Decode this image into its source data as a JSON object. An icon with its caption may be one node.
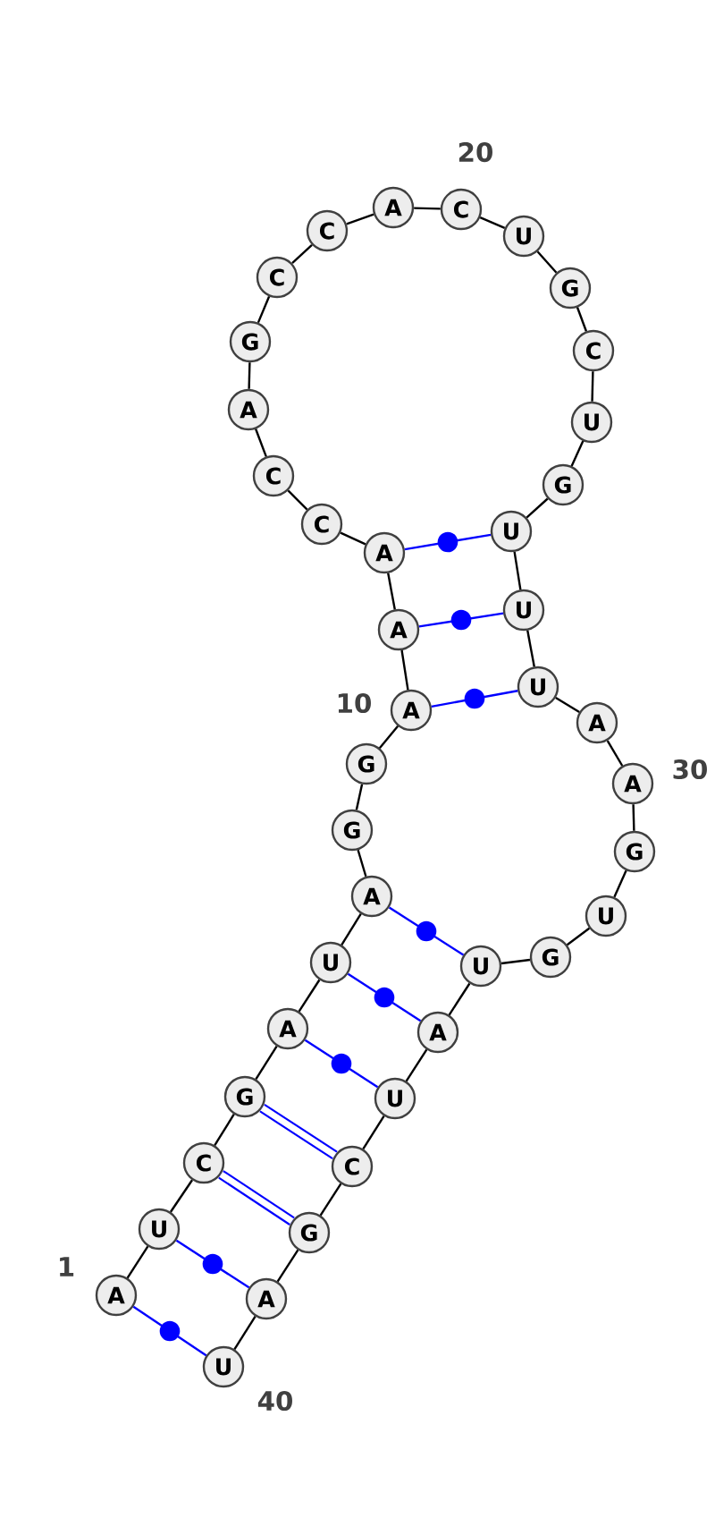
{
  "diagram": {
    "nodes": [
      {
        "text": [
          "A"
        ]
      },
      {
        "text": [
          "U"
        ]
      },
      {
        "text": [
          "C"
        ]
      },
      {
        "text": [
          "G"
        ]
      },
      {
        "text": [
          "A"
        ]
      },
      {
        "text": [
          "U"
        ]
      },
      {
        "text": [
          "A"
        ]
      },
      {
        "text": [
          "G"
        ]
      },
      {
        "text": [
          "G"
        ]
      },
      {
        "text": [
          "A"
        ]
      },
      {
        "text": [
          "A"
        ]
      },
      {
        "text": [
          "A"
        ]
      },
      {
        "text": [
          "C"
        ]
      },
      {
        "text": [
          "C"
        ]
      },
      {
        "text": [
          "A"
        ]
      },
      {
        "text": [
          "G"
        ]
      },
      {
        "text": [
          "C"
        ]
      },
      {
        "text": [
          "C"
        ]
      },
      {
        "text": [
          "A"
        ]
      },
      {
        "text": [
          "C"
        ]
      },
      {
        "text": [
          "U"
        ]
      },
      {
        "text": [
          "G"
        ]
      },
      {
        "text": [
          "C"
        ]
      },
      {
        "text": [
          "U"
        ]
      },
      {
        "text": [
          "G"
        ]
      },
      {
        "text": [
          "U"
        ]
      },
      {
        "text": [
          "U"
        ]
      },
      {
        "text": [
          "U"
        ]
      },
      {
        "text": [
          "A"
        ]
      },
      {
        "text": [
          "A"
        ]
      },
      {
        "text": [
          "G"
        ]
      },
      {
        "text": [
          "U"
        ]
      },
      {
        "text": [
          "G"
        ]
      },
      {
        "text": [
          "U"
        ]
      },
      {
        "text": [
          "A"
        ]
      },
      {
        "text": [
          "U"
        ]
      },
      {
        "text": [
          "C"
        ]
      },
      {
        "text": [
          "G"
        ]
      },
      {
        "text": [
          "A"
        ]
      },
      {
        "text": [
          "U"
        ]
      }
    ],
    "edges": [
      {
        "from": 0,
        "to": 1,
        "arrow": "none"
      },
      {
        "from": 1,
        "to": 2,
        "arrow": "none"
      },
      {
        "from": 2,
        "to": 3,
        "arrow": "none"
      },
      {
        "from": 3,
        "to": 4,
        "arrow": "none"
      },
      {
        "from": 4,
        "to": 5,
        "arrow": "none"
      },
      {
        "from": 5,
        "to": 6,
        "arrow": "none"
      },
      {
        "from": 6,
        "to": 7,
        "arrow": "none"
      },
      {
        "from": 7,
        "to": 8,
        "arrow": "none"
      },
      {
        "from": 8,
        "to": 9,
        "arrow": "none"
      },
      {
        "from": 9,
        "to": 10,
        "arrow": "none"
      },
      {
        "from": 10,
        "to": 11,
        "arrow": "none"
      },
      {
        "from": 11,
        "to": 12,
        "arrow": "none"
      },
      {
        "from": 12,
        "to": 13,
        "arrow": "none"
      },
      {
        "from": 13,
        "to": 14,
        "arrow": "none"
      },
      {
        "from": 14,
        "to": 15,
        "arrow": "none"
      },
      {
        "from": 15,
        "to": 16,
        "arrow": "none"
      },
      {
        "from": 16,
        "to": 17,
        "arrow": "none"
      },
      {
        "from": 17,
        "to": 18,
        "arrow": "none"
      },
      {
        "from": 18,
        "to": 19,
        "arrow": "none"
      },
      {
        "from": 19,
        "to": 20,
        "arrow": "none"
      },
      {
        "from": 20,
        "to": 21,
        "arrow": "none"
      },
      {
        "from": 21,
        "to": 22,
        "arrow": "none"
      },
      {
        "from": 22,
        "to": 23,
        "arrow": "none"
      },
      {
        "from": 23,
        "to": 24,
        "arrow": "none"
      },
      {
        "from": 24,
        "to": 25,
        "arrow": "none"
      },
      {
        "from": 25,
        "to": 26,
        "arrow": "none"
      },
      {
        "from": 26,
        "to": 27,
        "arrow": "none"
      },
      {
        "from": 27,
        "to": 28,
        "arrow": "none"
      },
      {
        "from": 28,
        "to": 29,
        "arrow": "none"
      },
      {
        "from": 29,
        "to": 30,
        "arrow": "none"
      },
      {
        "from": 30,
        "to": 31,
        "arrow": "none"
      },
      {
        "from": 31,
        "to": 32,
        "arrow": "none"
      },
      {
        "from": 32,
        "to": 33,
        "arrow": "none"
      },
      {
        "from": 33,
        "to": 34,
        "arrow": "none"
      },
      {
        "from": 34,
        "to": 35,
        "arrow": "none"
      },
      {
        "from": 35,
        "to": 36,
        "arrow": "none"
      },
      {
        "from": 36,
        "to": 37,
        "arrow": "none"
      },
      {
        "from": 37,
        "to": 38,
        "arrow": "none"
      },
      {
        "from": 38,
        "to": 39,
        "arrow": "none"
      },
      {
        "from": 0,
        "to": 39,
        "arrow": "none",
        "color": "#0000ff"
      },
      {
        "from": 1,
        "to": 38,
        "arrow": "none",
        "color": "#0000ff"
      },
      {
        "from": 2,
        "to": 37,
        "arrow": "none",
        "color": "#0000ff",
        "style": "thick"
      },
      {
        "from": 3,
        "to": 36,
        "arrow": "none",
        "color": "#0000ff",
        "style": "thick"
      },
      {
        "from": 4,
        "to": 35,
        "arrow": "none",
        "color": "#0000ff"
      },
      {
        "from": 5,
        "to": 34,
        "arrow": "none",
        "color": "#0000ff"
      },
      {
        "from": 6,
        "to": 33,
        "arrow": "none",
        "color": "#0000ff"
      },
      {
        "from": 9,
        "to": 27,
        "arrow": "none",
        "color": "#0000ff"
      },
      {
        "from": 10,
        "to": 26,
        "arrow": "none",
        "color": "#0000ff"
      },
      {
        "from": 11,
        "to": 25,
        "arrow": "none",
        "color": "#0000ff"
      }
    ],
    "labels": [
      "20",
      "10",
      "30",
      "1",
      "40"
    ]
  }
}
